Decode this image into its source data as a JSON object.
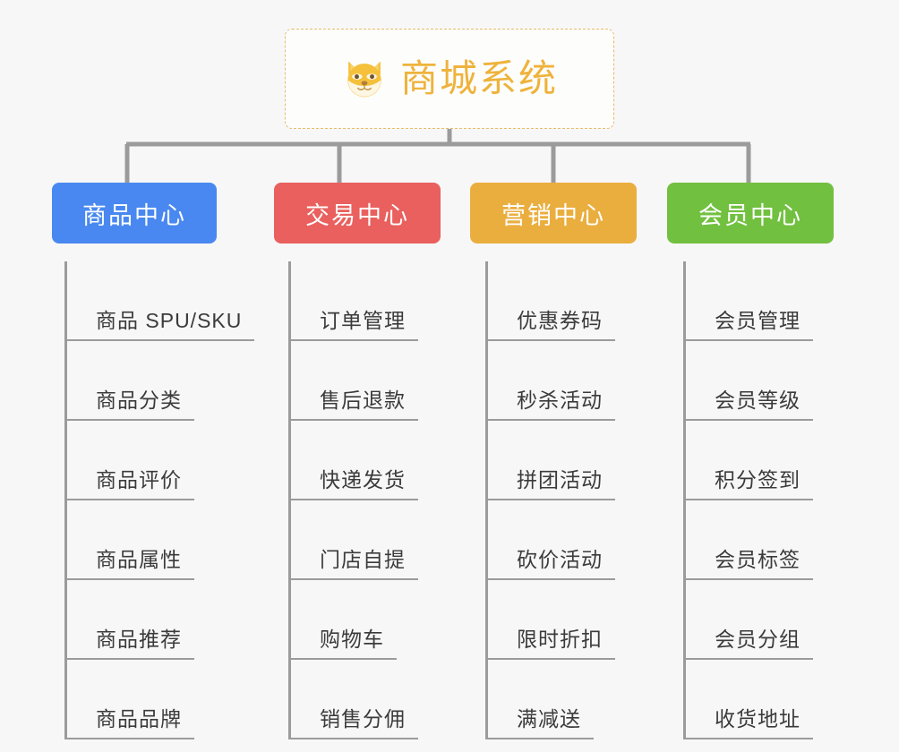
{
  "root": {
    "icon": "dog-face-icon",
    "title": "商城系统",
    "color": "#eeb33c"
  },
  "colors": {
    "background": "#f7f7f7",
    "connector": "#9b9b9b",
    "root_border": "#e8bb6a",
    "root_text": "#eeb33c",
    "leaf_text": "#3b3b3b"
  },
  "branches": [
    {
      "label": "商品中心",
      "color": "#4988f0",
      "items": [
        "商品 SPU/SKU",
        "商品分类",
        "商品评价",
        "商品属性",
        "商品推荐",
        "商品品牌"
      ]
    },
    {
      "label": "交易中心",
      "color": "#e9605e",
      "items": [
        "订单管理",
        "售后退款",
        "快递发货",
        "门店自提",
        "购物车",
        "销售分佣"
      ]
    },
    {
      "label": "营销中心",
      "color": "#eaae3f",
      "items": [
        "优惠券码",
        "秒杀活动",
        "拼团活动",
        "砍价活动",
        "限时折扣",
        "满减送"
      ]
    },
    {
      "label": "会员中心",
      "color": "#72c040",
      "items": [
        "会员管理",
        "会员等级",
        "积分签到",
        "会员标签",
        "会员分组",
        "收货地址"
      ]
    }
  ]
}
